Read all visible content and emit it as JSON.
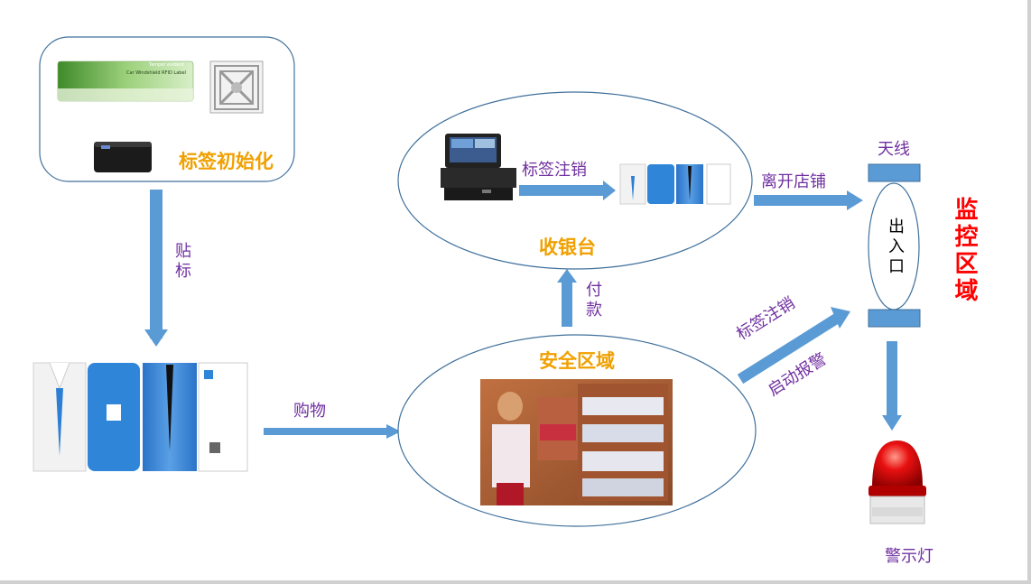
{
  "labels": {
    "tag_init": "标签初始化",
    "stick_tag": "贴标",
    "shopping": "购物",
    "safe_zone": "安全区域",
    "payment": "付款",
    "cashier": "收银台",
    "tag_cancel_top": "标签注销",
    "leave_store": "离开店铺",
    "antenna": "天线",
    "entrance": "出入口",
    "monitor_zone": "监控区域",
    "tag_cancel_diag": "标签注销",
    "start_alarm": "启动报警",
    "alarm_light": "警示灯"
  },
  "rfid_card": {
    "header": "Tamper evident",
    "title": "Car Windshield RFID Label"
  },
  "colors": {
    "arrow": "#5b9bd5",
    "ellipse_stroke": "#41719c",
    "purple_text": "#7030a0",
    "orange_text": "#f0a000",
    "red_text": "#ff0000"
  }
}
